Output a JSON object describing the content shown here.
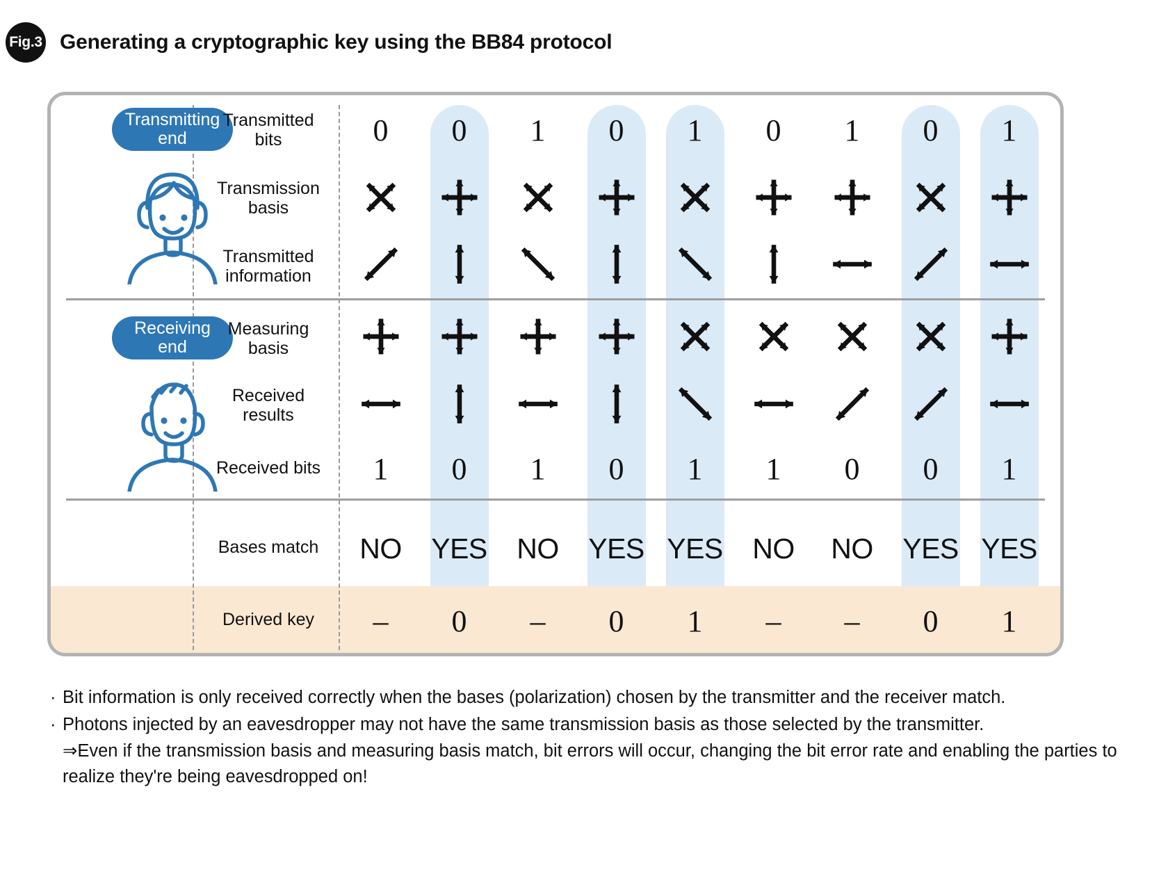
{
  "figure": {
    "badge": "Fig.3",
    "title": "Generating a cryptographic key using the BB84 protocol"
  },
  "sides": {
    "transmitting": {
      "label": "Transmitting\nend",
      "avatar_icon": "person-with-headset-icon"
    },
    "receiving": {
      "label": "Receiving\nend",
      "avatar_icon": "person-icon"
    }
  },
  "row_labels": {
    "transmitted_bits": "Transmitted\nbits",
    "transmission_basis": "Transmission\nbasis",
    "transmitted_information": "Transmitted\ninformation",
    "measuring_basis": "Measuring\nbasis",
    "received_results": "Received\nresults",
    "received_bits": "Received bits",
    "bases_match": "Bases match",
    "derived_key": "Derived key"
  },
  "colors": {
    "accent_blue": "#2e77b5",
    "highlight_blue": "#dbeaf7",
    "derived_band": "#fbe8d2",
    "panel_border": "#b3b3b3",
    "separator": "#9e9e9e",
    "badge_black": "#111111"
  },
  "chart_data": {
    "type": "table",
    "title": "Generating a cryptographic key using the BB84 protocol",
    "columns": 9,
    "rows": {
      "transmitted_bits": [
        "0",
        "0",
        "1",
        "0",
        "1",
        "0",
        "1",
        "0",
        "1"
      ],
      "transmission_basis": [
        "diagonal-basis-icon",
        "rectilinear-basis-icon",
        "diagonal-basis-icon",
        "rectilinear-basis-icon",
        "diagonal-basis-icon",
        "rectilinear-basis-icon",
        "rectilinear-basis-icon",
        "diagonal-basis-icon",
        "rectilinear-basis-icon"
      ],
      "transmitted_information": [
        "arrow-up-right-icon",
        "arrow-vertical-icon",
        "arrow-down-right-icon",
        "arrow-vertical-icon",
        "arrow-down-right-icon",
        "arrow-vertical-icon",
        "arrow-horizontal-icon",
        "arrow-up-right-icon",
        "arrow-horizontal-icon"
      ],
      "measuring_basis": [
        "rectilinear-basis-icon",
        "rectilinear-basis-icon",
        "rectilinear-basis-icon",
        "rectilinear-basis-icon",
        "diagonal-basis-icon",
        "diagonal-basis-icon",
        "diagonal-basis-icon",
        "diagonal-basis-icon",
        "rectilinear-basis-icon"
      ],
      "received_results": [
        "arrow-horizontal-icon",
        "arrow-vertical-icon",
        "arrow-horizontal-icon",
        "arrow-vertical-icon",
        "arrow-down-right-icon",
        "arrow-horizontal-icon",
        "arrow-up-right-icon",
        "arrow-up-right-icon",
        "arrow-horizontal-icon"
      ],
      "received_bits": [
        "1",
        "0",
        "1",
        "0",
        "1",
        "1",
        "0",
        "0",
        "1"
      ],
      "bases_match": [
        "NO",
        "YES",
        "NO",
        "YES",
        "YES",
        "NO",
        "NO",
        "YES",
        "YES"
      ],
      "derived_key": [
        "–",
        "0",
        "–",
        "0",
        "1",
        "–",
        "–",
        "0",
        "1"
      ]
    },
    "highlighted_columns": [
      2,
      4,
      5,
      8,
      9
    ],
    "legend": [],
    "grid": false
  },
  "notes": [
    {
      "bullet": "·",
      "text": "Bit information is only received correctly when the bases (polarization) chosen by the transmitter and the receiver match."
    },
    {
      "bullet": "·",
      "text": "Photons injected by an eavesdropper may not have the same transmission basis as those selected by the transmitter."
    }
  ],
  "note_conclusion": "⇒Even if the transmission basis and measuring basis match, bit errors will occur, changing the bit error rate and enabling the parties to realize they're being eavesdropped on!"
}
